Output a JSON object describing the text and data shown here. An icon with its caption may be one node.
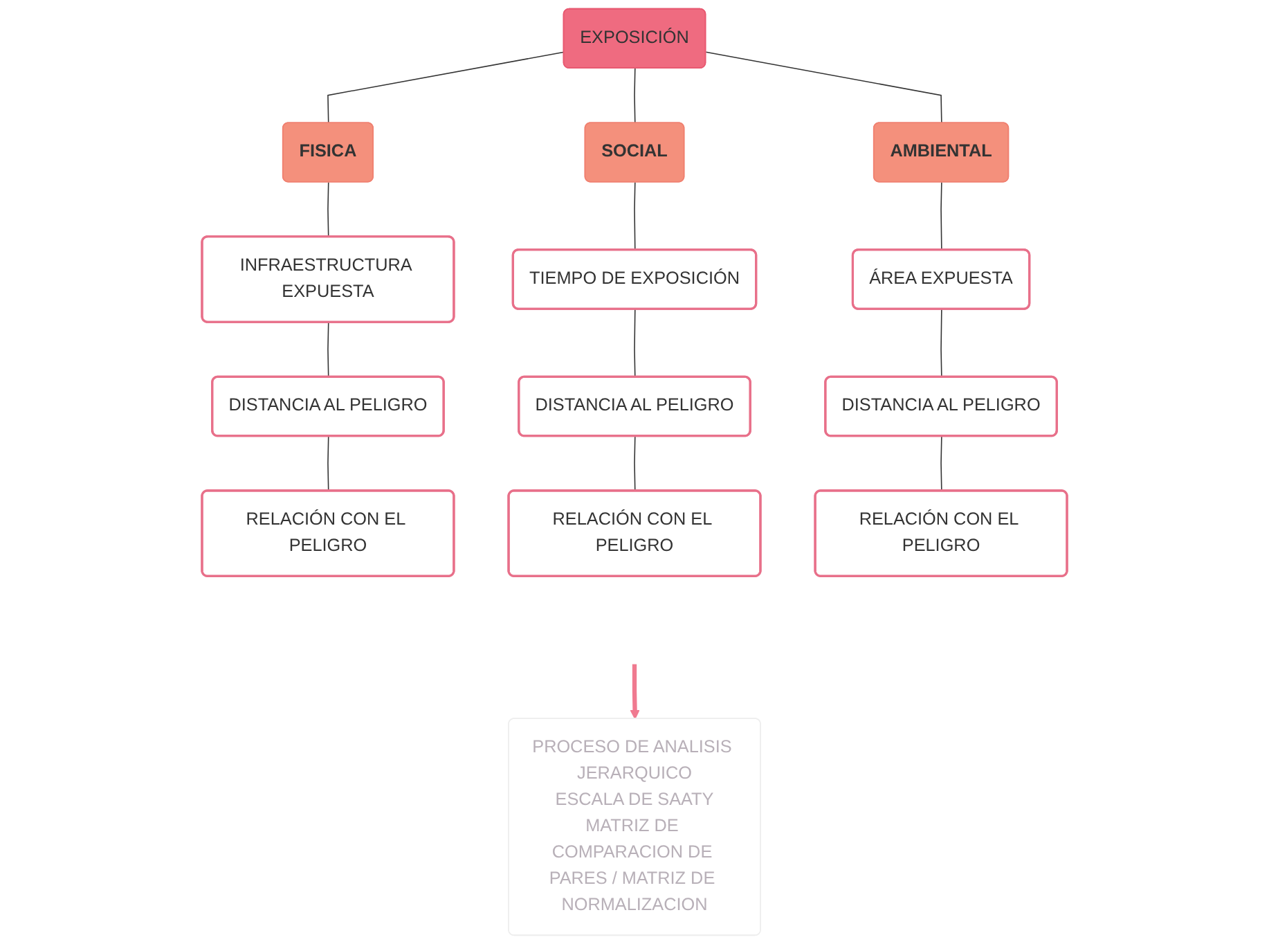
{
  "diagram": {
    "nodes": [
      {
        "text": [
          "EXPOSICIÓN"
        ]
      },
      {
        "text": [
          "FISICA"
        ]
      },
      {
        "text": [
          "SOCIAL"
        ]
      },
      {
        "text": [
          "AMBIENTAL"
        ]
      },
      {
        "text": [
          "INFRAESTRUCTURA EXPUESTA"
        ]
      },
      {
        "text": [
          "DISTANCIA AL PELIGRO"
        ]
      },
      {
        "text": [
          "RELACIÓN CON EL PELIGRO"
        ]
      },
      {
        "text": [
          "TIEMPO DE EXPOSICIÓN"
        ]
      },
      {
        "text": [
          "DISTANCIA AL PELIGRO"
        ]
      },
      {
        "text": [
          "RELACIÓN CON EL PELIGRO"
        ]
      },
      {
        "text": [
          "ÁREA EXPUESTA"
        ]
      },
      {
        "text": [
          "DISTANCIA AL PELIGRO"
        ]
      },
      {
        "text": [
          "RELACIÓN CON EL PELIGRO"
        ]
      },
      {
        "text": [
          "PROCESO DE ANALISIS JERARQUICO",
          "ESCALA DE SAATY",
          "MATRIZ DE COMPARACION DE PARES / MATRIZ DE NORMALIZACION"
        ]
      }
    ],
    "edges": [
      {
        "from": 0,
        "to": 1,
        "arrow": "none"
      },
      {
        "from": 0,
        "to": 2,
        "arrow": "none"
      },
      {
        "from": 0,
        "to": 3,
        "arrow": "none"
      },
      {
        "from": 1,
        "to": 4,
        "arrow": "none"
      },
      {
        "from": 4,
        "to": 5,
        "arrow": "none"
      },
      {
        "from": 5,
        "to": 6,
        "arrow": "none"
      },
      {
        "from": 2,
        "to": 7,
        "arrow": "none"
      },
      {
        "from": 7,
        "to": 8,
        "arrow": "none"
      },
      {
        "from": 8,
        "to": 9,
        "arrow": "none"
      },
      {
        "from": 3,
        "to": 10,
        "arrow": "none"
      },
      {
        "from": 10,
        "to": 11,
        "arrow": "none"
      },
      {
        "from": 11,
        "to": 12,
        "arrow": "none"
      },
      {
        "from": null,
        "to": 13,
        "arrow": "to",
        "style": "thick",
        "color": "#f07a90"
      }
    ]
  }
}
